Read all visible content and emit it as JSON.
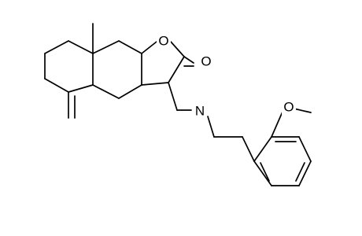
{
  "atom_labels": {
    "methyl_carbon": "",
    "ring_oxygen": "O",
    "carbonyl_oxygen": "O",
    "amine_nitrogen": "N",
    "methoxy_oxygen": "O"
  },
  "colors": {
    "bond": "#000000",
    "text": "#000000",
    "background": "#ffffff"
  }
}
